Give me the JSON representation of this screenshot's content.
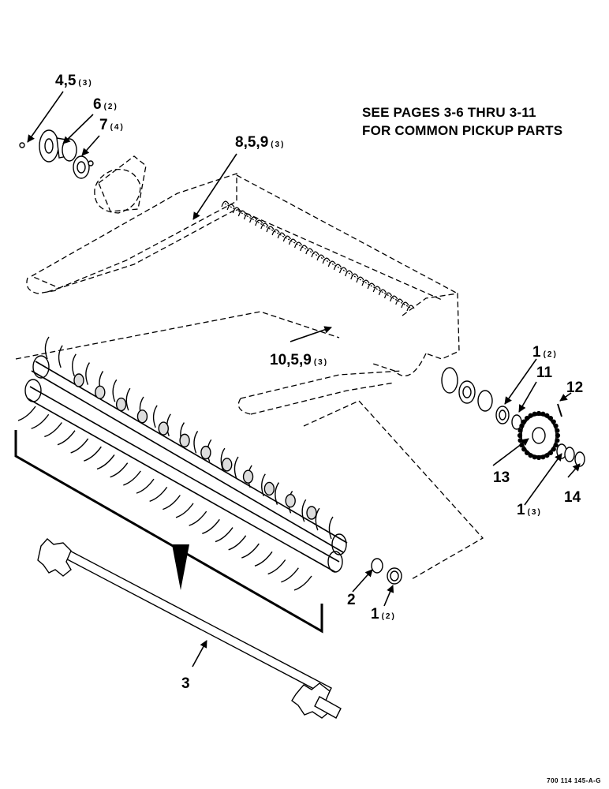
{
  "note": {
    "line1": "SEE PAGES 3-6 THRU 3-11",
    "line2": "FOR COMMON PICKUP PARTS"
  },
  "callouts": [
    {
      "id": "c-4-5",
      "num": "4,5",
      "qty": "(3)"
    },
    {
      "id": "c-6",
      "num": "6",
      "qty": "(2)"
    },
    {
      "id": "c-7",
      "num": "7",
      "qty": "(4)"
    },
    {
      "id": "c-8-5-9",
      "num": "8,5,9",
      "qty": "(3)"
    },
    {
      "id": "c-10-5-9",
      "num": "10,5,9",
      "qty": "(3)"
    },
    {
      "id": "c-1-upper",
      "num": "1",
      "qty": "(2)"
    },
    {
      "id": "c-11",
      "num": "11",
      "qty": ""
    },
    {
      "id": "c-12",
      "num": "12",
      "qty": ""
    },
    {
      "id": "c-13",
      "num": "13",
      "qty": ""
    },
    {
      "id": "c-1-mid",
      "num": "1",
      "qty": "(3)"
    },
    {
      "id": "c-14",
      "num": "14",
      "qty": ""
    },
    {
      "id": "c-2",
      "num": "2",
      "qty": ""
    },
    {
      "id": "c-1-lower",
      "num": "1",
      "qty": "(2)"
    },
    {
      "id": "c-3",
      "num": "3",
      "qty": ""
    }
  ],
  "figure_ref": "700 114 145-A-G"
}
